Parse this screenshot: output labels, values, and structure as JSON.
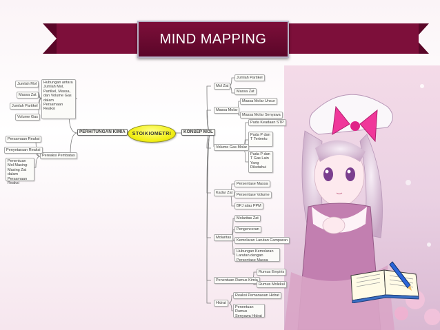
{
  "slide": {
    "title": "MIND MAPPING",
    "colors": {
      "banner": "#6b0a31",
      "banner_text": "#ffffff",
      "center_node": "#f3f01a",
      "lines": "#6a6a6a"
    }
  },
  "mindmap": {
    "center": "STOIKIOMETRI",
    "left_main": "PERHITUNGAN KIMIA",
    "right_main": "KONSEP MOL",
    "left": {
      "hubungan": "Hubungan antara Jumlah Mol, Partikel, Massa, dan Volume Gas dalam Persamaan Reaksi",
      "hubungan_children": [
        "Jumlah Mol",
        "Massa Zat",
        "Jumlah Partikel",
        "Volume Gas"
      ],
      "pereaksi": "Pereaksi Pembatas",
      "pereaksi_children": [
        "Persamaan Reaksi",
        "Penyetaraan Reaksi",
        "Penentuan Mol Masing-Masing Zat dalam Persamaan Reaksi"
      ]
    },
    "right": {
      "mol_zat": "Mol Zat",
      "mol_zat_children": [
        "Jumlah Partikel",
        "Massa Zat"
      ],
      "massa_molar": "Massa Molar",
      "massa_molar_children": [
        "Massa Molar Unsur",
        "Massa Molar Senyawa"
      ],
      "volume_gas_molar": "Volume Gas Molar",
      "volume_gas_molar_children": [
        "Pada Keadaan STP",
        "Pada P dan T Tertentu",
        "Pada P dan T Gas Lain Yang Diketahui"
      ],
      "kadar_zat": "Kadar Zat",
      "kadar_zat_children": [
        "Persentase Massa",
        "Persentase Volume",
        "BPJ atau PPM"
      ],
      "molaritas": "Molaritas",
      "molaritas_children": [
        "Molaritas Zat",
        "Pengenceran",
        "Kemolaran Larutan Campuran",
        "Hubungan Kemolaran Larutan dengan Persentase Massa"
      ],
      "penentuan_rumus": "Penentuan Rumus Kimia",
      "penentuan_rumus_children": [
        "Rumus Empiris",
        "Rumus Molekul"
      ],
      "hidrat": "Hidrat",
      "hidrat_children": [
        "Reaksi Pemanasan Hidrat",
        "Penentuan Rumus Senyawa Hidrat"
      ]
    }
  },
  "decorations": {
    "illustration": "anime-girl-illustration",
    "notebook_icon": "notebook-pen-icon"
  }
}
